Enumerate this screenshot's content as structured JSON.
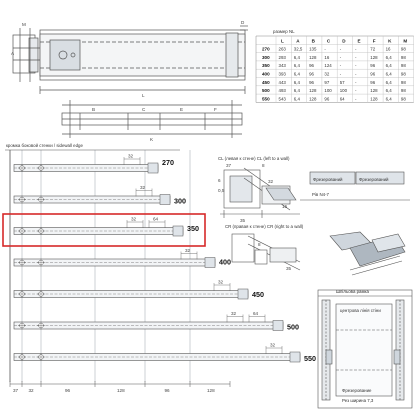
{
  "table": {
    "size_header": "размер NL",
    "columns": [
      "L",
      "A",
      "B",
      "C",
      "D",
      "E",
      "F",
      "K",
      "M"
    ],
    "rows": [
      {
        "nl": "270",
        "cells": [
          "263",
          "32,5",
          "135",
          "-",
          "-",
          "-",
          "72",
          "16",
          "98"
        ]
      },
      {
        "nl": "300",
        "cells": [
          "293",
          "6,4",
          "128",
          "16",
          "-",
          "-",
          "128",
          "6,4",
          "98"
        ]
      },
      {
        "nl": "350",
        "cells": [
          "343",
          "6,4",
          "96",
          "124",
          "-",
          "-",
          "96",
          "6,4",
          "98"
        ]
      },
      {
        "nl": "400",
        "cells": [
          "393",
          "6,4",
          "96",
          "32",
          "-",
          "-",
          "96",
          "6,4",
          "98"
        ]
      },
      {
        "nl": "450",
        "cells": [
          "443",
          "6,4",
          "96",
          "97",
          "57",
          "-",
          "96",
          "6,4",
          "98"
        ]
      },
      {
        "nl": "500",
        "cells": [
          "493",
          "6,4",
          "128",
          "100",
          "100",
          "-",
          "128",
          "6,4",
          "98"
        ]
      },
      {
        "nl": "550",
        "cells": [
          "543",
          "6,4",
          "128",
          "96",
          "64",
          "-",
          "128",
          "6,4",
          "98"
        ]
      }
    ]
  },
  "top_drawing": {
    "dims": [
      "A",
      "B",
      "C",
      "D",
      "E",
      "F",
      "K",
      "L",
      "M"
    ]
  },
  "rails": {
    "edge_label": "кромка боковой стенки / sidewall edge",
    "lengths": [
      "270",
      "300",
      "350",
      "400",
      "450",
      "500",
      "550"
    ],
    "segment_dims": [
      [
        "32"
      ],
      [
        "32"
      ],
      [
        "64",
        "32"
      ],
      [
        "32"
      ],
      [
        "32"
      ],
      [
        "64",
        "32"
      ],
      [
        "32"
      ]
    ],
    "bottom_dims": [
      "37",
      "32",
      "96",
      "128",
      "96",
      "128"
    ]
  },
  "cl": {
    "label": "CL (левая к стене) CL (left to a wall)",
    "dims": [
      "35",
      "37",
      "8",
      "6",
      "0,5",
      "32",
      "16"
    ],
    "tags": [
      "Фрезерований",
      "Фрезерований",
      "Рів N4-7"
    ]
  },
  "cr": {
    "label": "CR (правая к стене) CR (right to a wall)",
    "dims": [
      "35",
      "8"
    ]
  },
  "detail": {
    "notes": [
      "Шпільова рамка",
      "центрова лінія стіни",
      "Фрезерование",
      "Рез ширина 7,3"
    ]
  },
  "colors": {
    "line": "#555555",
    "highlight": "#d62a2a",
    "grid": "#9aa3ad",
    "shade": "#cfd6dd"
  }
}
